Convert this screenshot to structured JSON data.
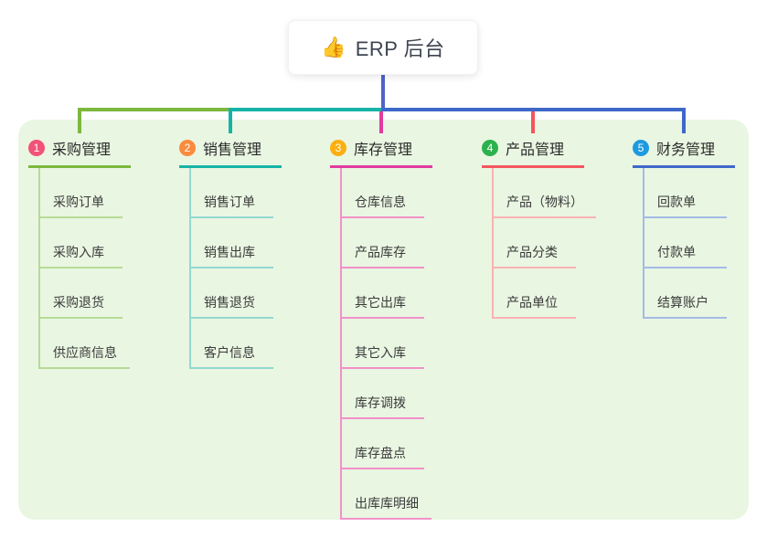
{
  "canvas": {
    "background": "#ffffff",
    "panel_color": "#e9f6e2"
  },
  "root": {
    "icon": "👍",
    "icon_name": "thumbs-up",
    "title": "ERP 后台",
    "line_color": "#4f63c9"
  },
  "branches": [
    {
      "badge": "1",
      "label": "采购管理",
      "badge_color": "#f25278",
      "line_color": "#7cb83d",
      "child_line_color": "#b7db96",
      "children": [
        "采购订单",
        "采购入库",
        "采购退货",
        "供应商信息"
      ]
    },
    {
      "badge": "2",
      "label": "销售管理",
      "badge_color": "#fa8b3c",
      "line_color": "#16b3a7",
      "child_line_color": "#93d8d0",
      "children": [
        "销售订单",
        "销售出库",
        "销售退货",
        "客户信息"
      ]
    },
    {
      "badge": "3",
      "label": "库存管理",
      "badge_color": "#fbaf12",
      "line_color": "#e13b9f",
      "child_line_color": "#f291c8",
      "children": [
        "仓库信息",
        "产品库存",
        "其它出库",
        "其它入库",
        "库存调拨",
        "库存盘点",
        "出库库明细"
      ]
    },
    {
      "badge": "4",
      "label": "产品管理",
      "badge_color": "#2cb24c",
      "line_color": "#f5555d",
      "child_line_color": "#f9b2b4",
      "children": [
        "产品（物料）",
        "产品分类",
        "产品单位"
      ]
    },
    {
      "badge": "5",
      "label": "财务管理",
      "badge_color": "#1e9ae0",
      "line_color": "#3e68c9",
      "child_line_color": "#a3bbe6",
      "children": [
        "回款单",
        "付款单",
        "结算账户"
      ]
    }
  ]
}
